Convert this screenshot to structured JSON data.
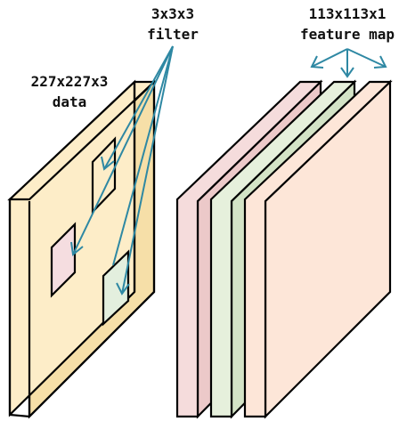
{
  "labels": {
    "filter_line1": "3x3x3",
    "filter_line2": "filter",
    "data_line1": "227x227x3",
    "data_line2": "data",
    "feature_line1": "113x113x1",
    "feature_line2": "feature map"
  },
  "colors": {
    "data_block": "#fdedc8",
    "data_block_shade": "#f6dfa8",
    "filter_pink": "#f5dde0",
    "filter_green": "#e3efde",
    "map_pink": "#f5dcdc",
    "map_pink_shade": "#ecc9c9",
    "map_green": "#e6f0dc",
    "map_green_shade": "#d3e3c6",
    "map_peach": "#fde6d8",
    "map_peach_shade": "#f4d2bd",
    "arrow": "#2e88a3"
  },
  "icons": {
    "arrowhead": "open-v-arrowhead"
  }
}
